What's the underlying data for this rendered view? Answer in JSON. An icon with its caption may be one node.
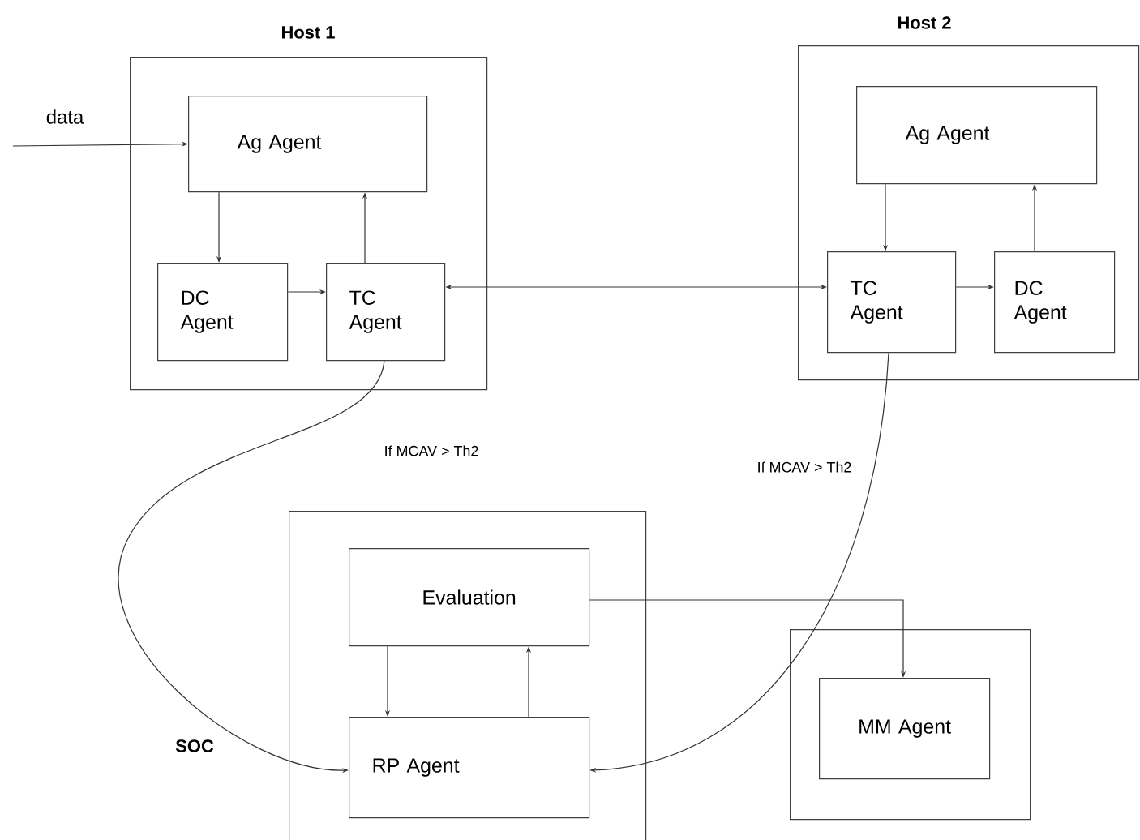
{
  "diagram": {
    "nodes": [
      {
        "text": [
          "Host 1"
        ]
      },
      {
        "text": [
          "Ag Agent"
        ],
        "in": 0
      },
      {
        "text": [
          "DC Agent"
        ],
        "in": 0
      },
      {
        "text": [
          "TC Agent"
        ],
        "in": 0
      },
      {
        "text": [
          "Host 2"
        ]
      },
      {
        "text": [
          "Ag Agent"
        ],
        "in": 4
      },
      {
        "text": [
          "TC Agent"
        ],
        "in": 4
      },
      {
        "text": [
          "DC Agent"
        ],
        "in": 4
      },
      {
        "text": [
          "SOC"
        ]
      },
      {
        "text": [
          "Evaluation"
        ],
        "in": 8
      },
      {
        "text": [
          "RP Agent"
        ],
        "in": 8
      },
      {
        "text": [],
        "shape": "box"
      },
      {
        "text": [
          "MM Agent"
        ],
        "in": 11
      }
    ],
    "edges": [
      {
        "from": null,
        "to": 1,
        "arrow": "to",
        "label": "data"
      },
      {
        "from": 1,
        "to": 2,
        "arrow": "to"
      },
      {
        "from": 3,
        "to": 1,
        "arrow": "to"
      },
      {
        "from": 2,
        "to": 3,
        "arrow": "to"
      },
      {
        "from": 3,
        "to": 6,
        "arrow": "both"
      },
      {
        "from": 5,
        "to": 6,
        "arrow": "to"
      },
      {
        "from": 7,
        "to": 5,
        "arrow": "to"
      },
      {
        "from": 6,
        "to": 7,
        "arrow": "to"
      },
      {
        "from": 3,
        "to": 10,
        "arrow": "to",
        "label": "If MCAV > Th2"
      },
      {
        "from": 6,
        "to": 10,
        "arrow": "to",
        "label": "If MCAV > Th2"
      },
      {
        "from": 9,
        "to": 10,
        "arrow": "to"
      },
      {
        "from": 10,
        "to": 9,
        "arrow": "to"
      },
      {
        "from": 9,
        "to": 12,
        "arrow": "to"
      }
    ]
  }
}
